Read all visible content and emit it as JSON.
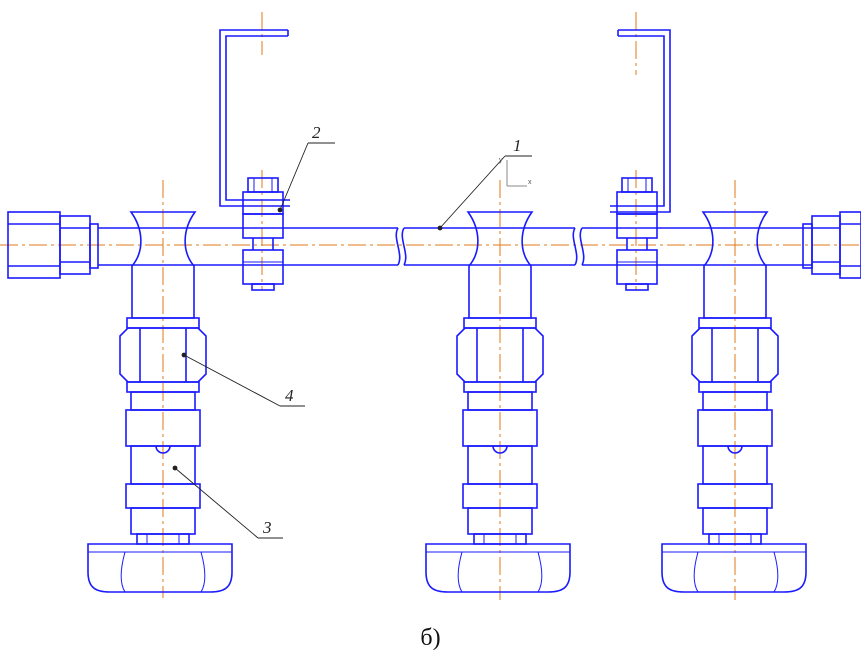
{
  "figure": {
    "caption": "б)",
    "callouts": [
      "1",
      "2",
      "3",
      "4"
    ],
    "axis_marks": [
      "y",
      "x"
    ]
  },
  "colors": {
    "contour": "#1a1aff",
    "centerline": "#e07a1a",
    "leader": "#222222"
  }
}
